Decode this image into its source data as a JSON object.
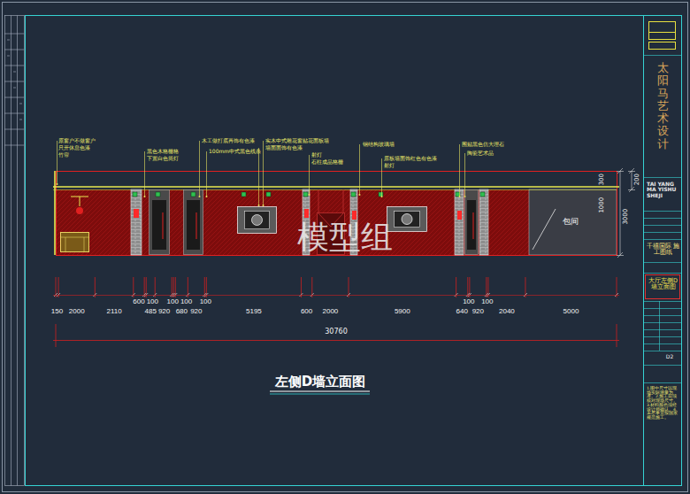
{
  "diagram": {
    "title": "左侧D墙立面图",
    "nodes": [
      {
        "text": [
          "包间"
        ]
      }
    ],
    "labels": [
      "原窗户不做窗户",
      "只开休息色漆",
      "竹帘",
      "黑色木格栅格",
      "下置白色筒灯",
      "木工做打底再饰有色漆",
      "100mm中式黑色线条",
      "实木中式雕花窗贴花面板墙",
      "墙面面饰有色漆",
      "射灯",
      "石柱成品格栅",
      "钢结构玻璃墙",
      "原板墙面饰红色有色漆",
      "射灯",
      "围贴黑色仿大理石",
      "陶瓷艺术品",
      "150",
      "2000",
      "2110",
      "600",
      "100",
      "485",
      "920",
      "100",
      "100",
      "680",
      "920",
      "100",
      "5195",
      "600",
      "2000",
      "5900",
      "640",
      "100",
      "920",
      "100",
      "2040",
      "5000",
      "30760",
      "300",
      "1000",
      "3000",
      "200",
      "模型组",
      "太阳马艺术设计",
      "TAI YANG MA YISHU SHEJI",
      "千禧国际 施工图纸",
      "大厅左侧D墙立面图",
      "D2",
      "1.图中尺寸以现场实际测量为准。2.施工前须核对现场尺寸。3.材料颜色须经设计师确认。4.未尽事宜按国家规范施工。"
    ]
  }
}
